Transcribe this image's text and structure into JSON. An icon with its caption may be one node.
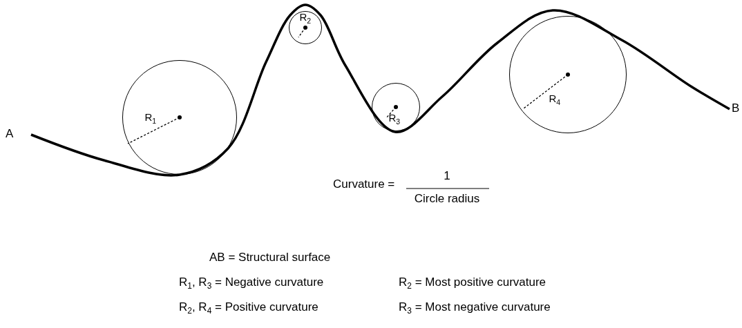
{
  "diagram": {
    "nodes": [
      {
        "text": [
          "R$_{1}$"
        ]
      },
      {
        "text": [
          "R$_{2}$"
        ]
      },
      {
        "text": [
          "R$_{3}$"
        ]
      },
      {
        "text": [
          "R$_{4}$"
        ]
      }
    ],
    "labels": [
      "A",
      "B",
      "Curvature =",
      "1",
      "Circle radius",
      "AB = Structural surface",
      "R$_{1}$, R$_{3}$ = Negative curvature",
      "R$_{2}$ = Most positive curvature",
      "R$_{2}$, R$_{4}$ = Positive curvature",
      "R$_{3}$ = Most negative curvature"
    ]
  }
}
